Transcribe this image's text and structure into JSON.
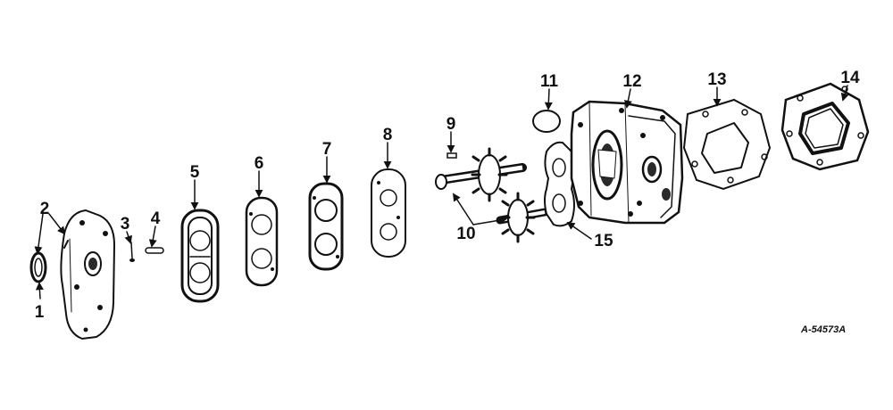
{
  "diagram": {
    "figure_id": "A-54573A",
    "colors": {
      "ink": "#111111",
      "paper": "#ffffff"
    },
    "callouts": [
      {
        "id": "1",
        "part": "seal"
      },
      {
        "id": "2",
        "part": "cover-plate"
      },
      {
        "id": "3",
        "part": "screw"
      },
      {
        "id": "4",
        "part": "pin"
      },
      {
        "id": "5",
        "part": "gear-plate"
      },
      {
        "id": "6",
        "part": "gasket-a"
      },
      {
        "id": "7",
        "part": "gasket-b"
      },
      {
        "id": "8",
        "part": "flat-gasket"
      },
      {
        "id": "9",
        "part": "key"
      },
      {
        "id": "10",
        "part": "gears"
      },
      {
        "id": "11",
        "part": "o-ring"
      },
      {
        "id": "12",
        "part": "pump-body"
      },
      {
        "id": "13",
        "part": "mounting-gasket"
      },
      {
        "id": "14",
        "part": "adapter-flange"
      },
      {
        "id": "15",
        "part": "wear-plate"
      }
    ]
  }
}
